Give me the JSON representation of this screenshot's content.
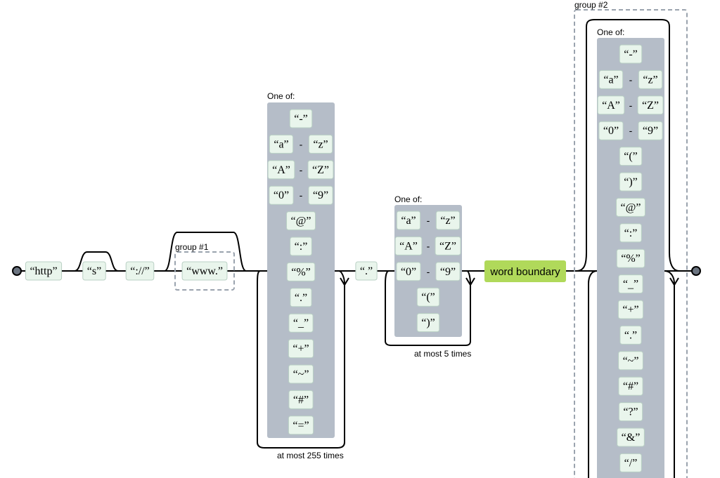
{
  "quote_open": "“",
  "quote_close": "”",
  "range_separator": "-",
  "labels": {
    "one_of": "One of:",
    "group1": "group #1",
    "group2": "group #2",
    "repeat_255": "at most 255 times",
    "repeat_5": "at most 5 times"
  },
  "main_sequence": [
    "http",
    "s",
    "://"
  ],
  "group1_literal": "www.",
  "set1": [
    {
      "v": "-"
    },
    {
      "from": "a",
      "to": "z"
    },
    {
      "from": "A",
      "to": "Z"
    },
    {
      "from": "0",
      "to": "9"
    },
    {
      "v": "@"
    },
    {
      "v": ":"
    },
    {
      "v": "%"
    },
    {
      "v": "."
    },
    {
      "v": "_"
    },
    {
      "v": "+"
    },
    {
      "v": "~"
    },
    {
      "v": "#"
    },
    {
      "v": "="
    }
  ],
  "dot_literal": ".",
  "set2": [
    {
      "from": "a",
      "to": "z"
    },
    {
      "from": "A",
      "to": "Z"
    },
    {
      "from": "0",
      "to": "9"
    },
    {
      "v": "("
    },
    {
      "v": ")"
    }
  ],
  "anchor_label": "word boundary",
  "set3": [
    {
      "v": "-"
    },
    {
      "from": "a",
      "to": "z"
    },
    {
      "from": "A",
      "to": "Z"
    },
    {
      "from": "0",
      "to": "9"
    },
    {
      "v": "("
    },
    {
      "v": ")"
    },
    {
      "v": "@"
    },
    {
      "v": ":"
    },
    {
      "v": "%"
    },
    {
      "v": "_"
    },
    {
      "v": "+"
    },
    {
      "v": "."
    },
    {
      "v": "~"
    },
    {
      "v": "#"
    },
    {
      "v": "?"
    },
    {
      "v": "&"
    },
    {
      "v": "/"
    }
  ],
  "colors": {
    "literal_fill": "#e9f5ec",
    "quote_color": "#5faa3a",
    "set_fill": "#b5bdc8",
    "group_border": "#9aa3ae",
    "anchor_fill": "#b0d95a",
    "terminal_fill": "#6b7480"
  }
}
